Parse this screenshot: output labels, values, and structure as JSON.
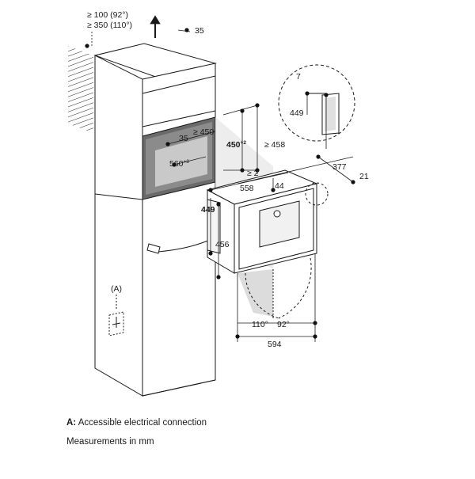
{
  "dimensions": {
    "top_clearance_1": "≥ 100 (92°)",
    "top_clearance_2": "≥ 350 (110°)",
    "top_gap": "35",
    "niche_depth": "≥ 450",
    "niche_side": "35",
    "niche_height": "450",
    "niche_height_sup": "+2",
    "niche_outer_height": "≥ 458",
    "niche_width": "560",
    "niche_width_sup": "+8",
    "gap_2": "≥ 2",
    "detail_7": "7",
    "detail_449": "449",
    "depth_377": "377",
    "front_21": "21",
    "width_558": "558",
    "offset_44": "44",
    "height_449": "449",
    "height_456": "456",
    "door_angle_110": "110°",
    "door_angle_92": "92°",
    "width_594": "594",
    "access_label": "(A)"
  },
  "legend": {
    "a_key": "A:",
    "a_text": "Accessible electrical connection",
    "units": "Measurements in mm"
  },
  "colors": {
    "line": "#1a1a1a",
    "cabinet_face": "#ffffff",
    "niche_shadow": "#c9c9c9",
    "shade": "#d9d9d9",
    "dim_dot": "#111111"
  }
}
